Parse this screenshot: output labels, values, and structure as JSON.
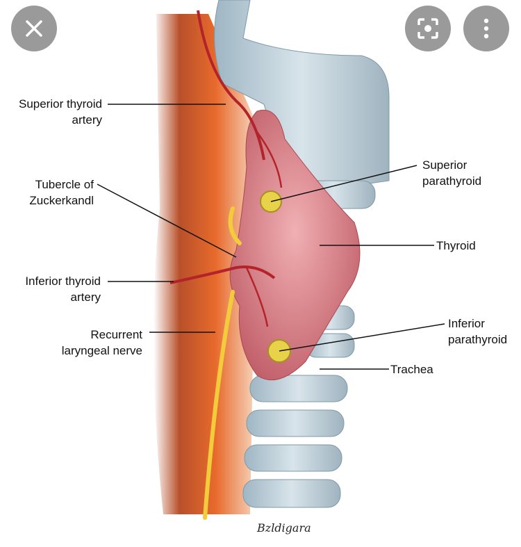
{
  "viewer": {
    "close_icon": "close-icon",
    "lens_icon": "lens-search-icon",
    "more_icon": "more-vertical-icon"
  },
  "diagram": {
    "labels": {
      "superior_thyroid_artery": [
        "Superior thyroid",
        "artery"
      ],
      "tubercle": [
        "Tubercle of",
        "Zuckerkandl"
      ],
      "inferior_thyroid_artery": [
        "Inferior thyroid",
        "artery"
      ],
      "recurrent_nerve": [
        "Recurrent",
        "laryngeal nerve"
      ],
      "superior_parathyroid": [
        "Superior",
        "parathyroid"
      ],
      "thyroid": "Thyroid",
      "inferior_parathyroid": [
        "Inferior",
        "parathyroid"
      ],
      "trachea": "Trachea"
    },
    "signature": "Bzldigara",
    "colors": {
      "muscle": "#c9552a",
      "cartilage": "#b8cbd6",
      "thyroid": "#d9878d",
      "parathyroid": "#e8d24a",
      "nerve": "#f2cc3a",
      "artery": "#b3242a"
    }
  }
}
